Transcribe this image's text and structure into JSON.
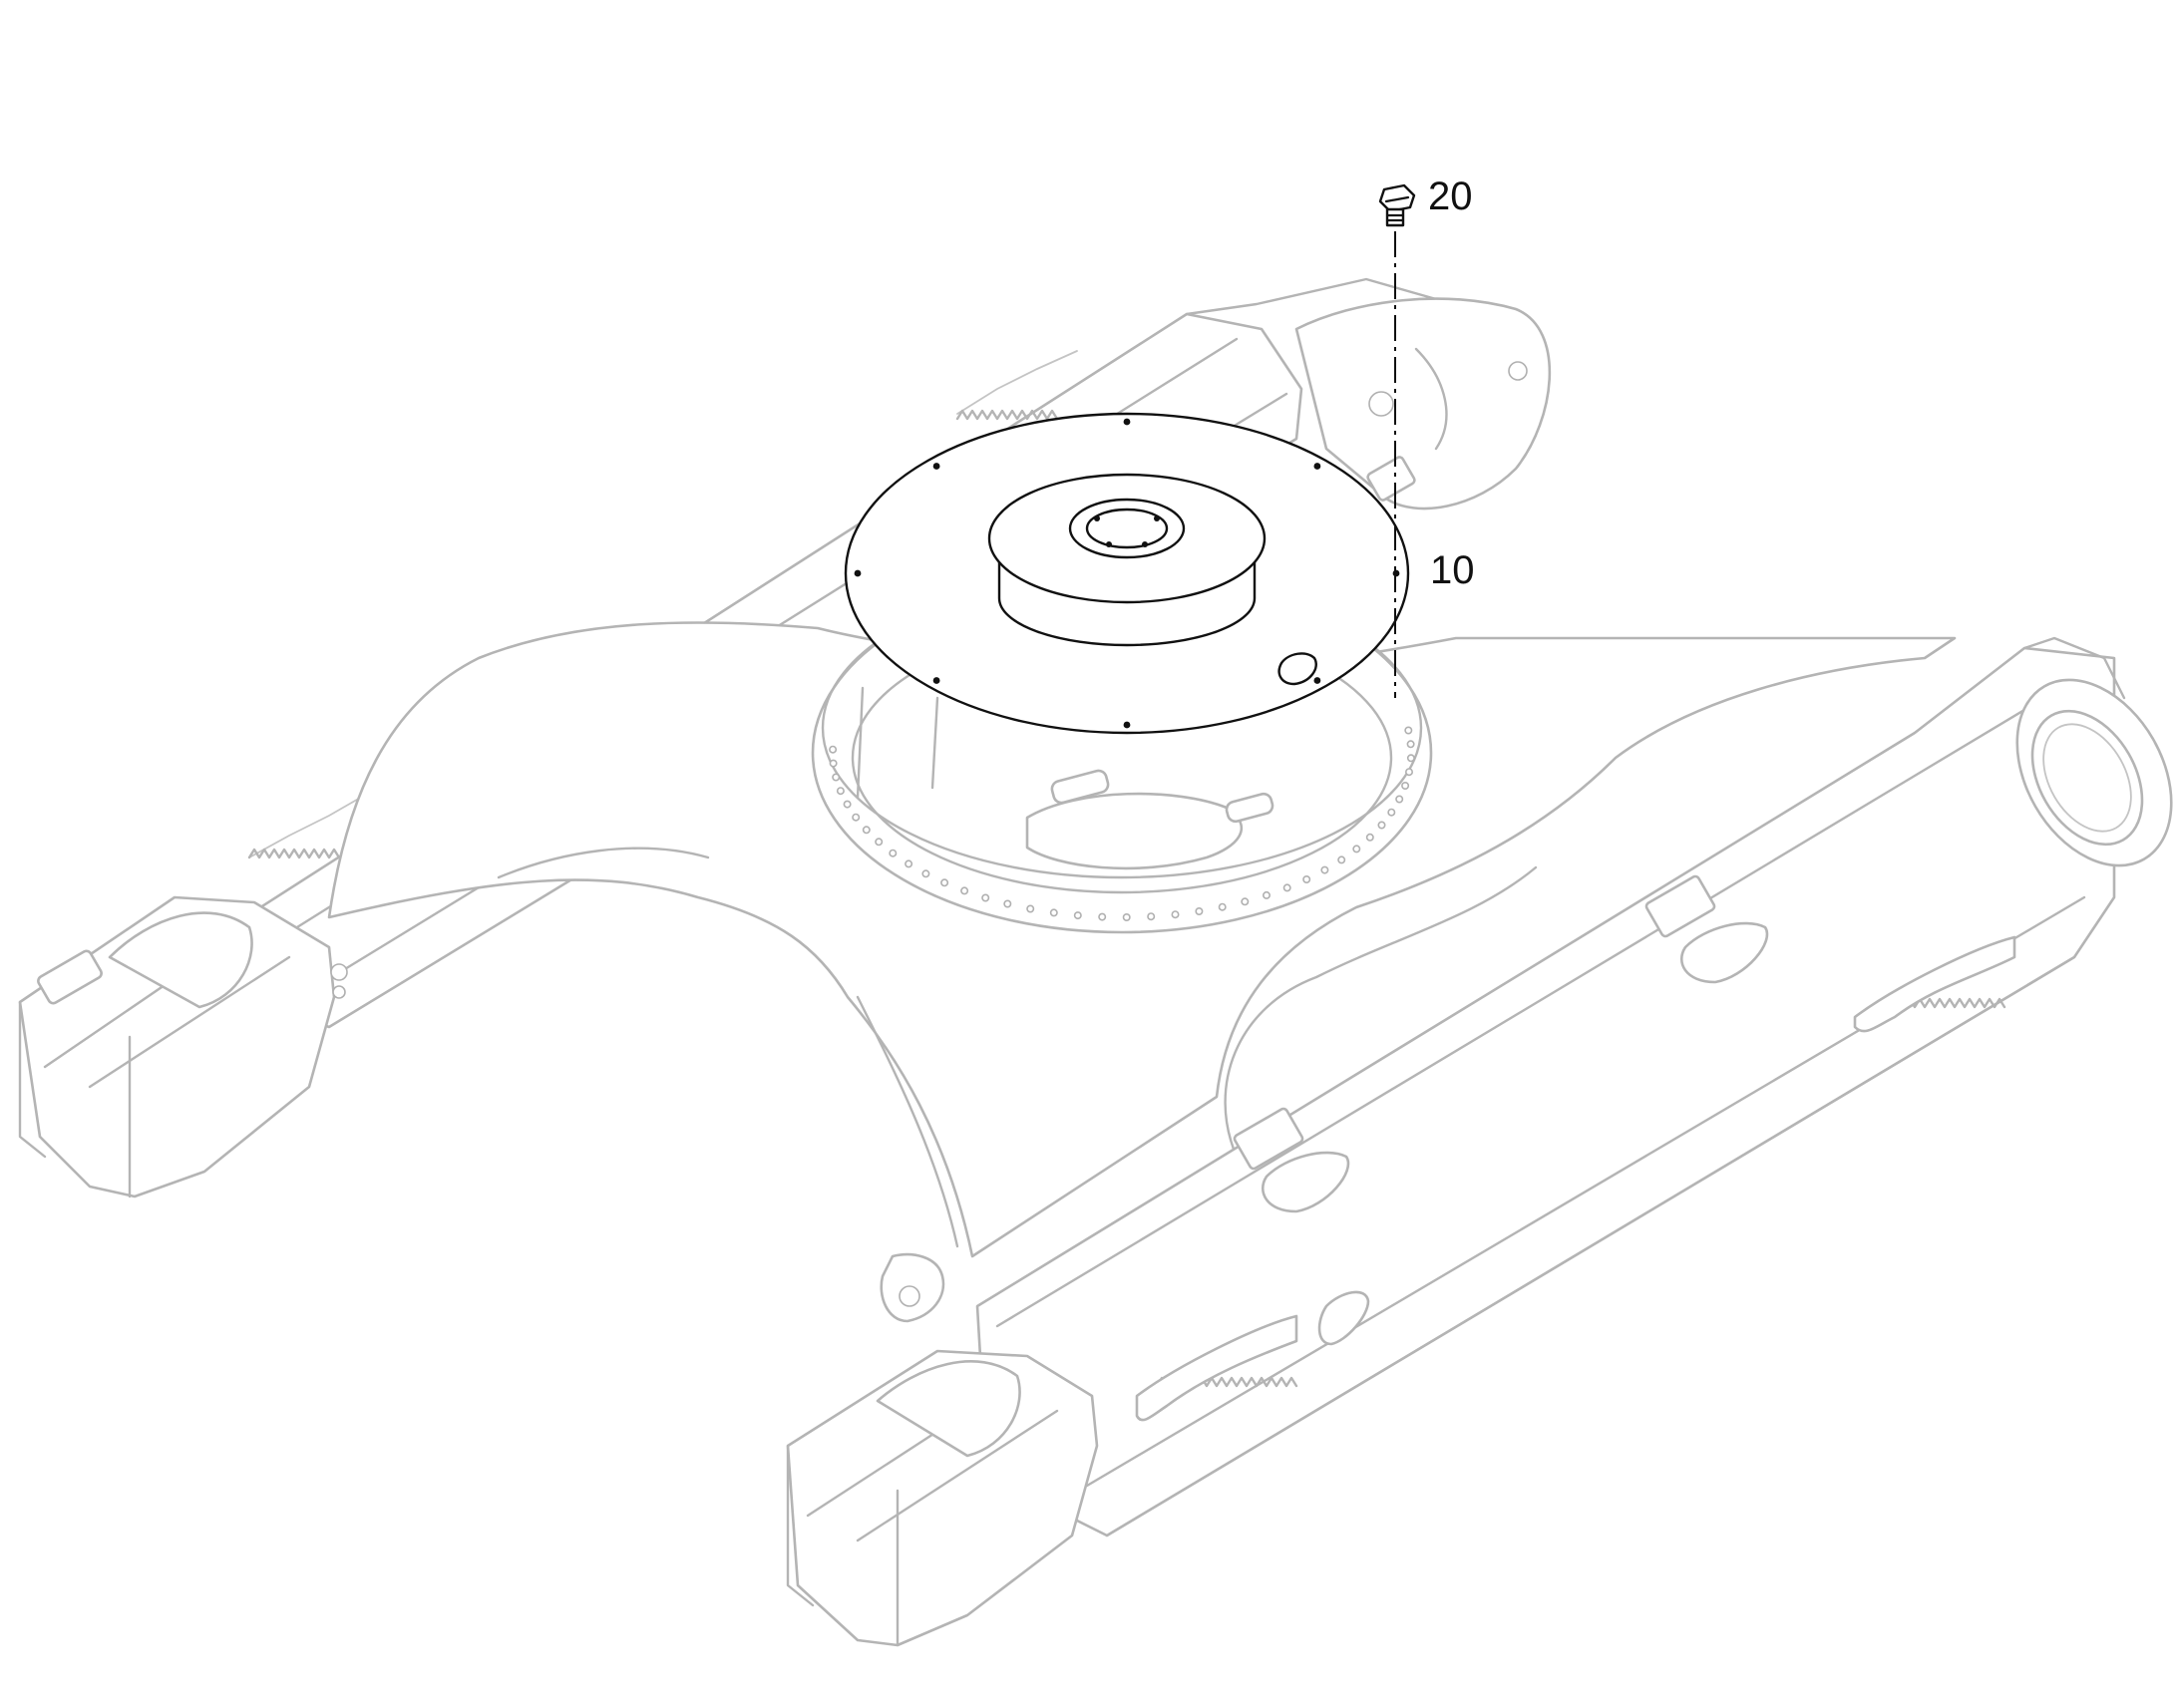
{
  "diagram": {
    "callouts": [
      {
        "id": "item-10",
        "label": "10"
      },
      {
        "id": "item-20",
        "label": "20"
      }
    ],
    "colors": {
      "frame_outline": "#b4b4b4",
      "part_outline": "#111111",
      "background": "#ffffff"
    },
    "icons": {
      "bolt": "bolt-icon",
      "cover": "cover-plate"
    }
  }
}
